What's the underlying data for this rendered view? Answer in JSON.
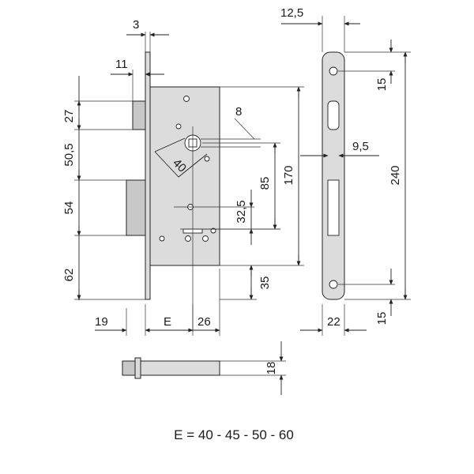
{
  "dimensions": {
    "front_thickness": "3",
    "latch_offset": "11",
    "top_gap": "27",
    "latch_height": "50,5",
    "bolt_height": "54",
    "bottom_gap": "62",
    "bolt_throw": "19",
    "backset": "E",
    "case_depth": "26",
    "spindle_square": "8",
    "spindle_angle": "40",
    "spindle_to_key": "85",
    "case_height": "170",
    "key_to_bolt": "32,5",
    "bottom_to_key": "35",
    "front_width": "12,5",
    "screw_top": "15",
    "front_total": "240",
    "bolt_slot": "9,5",
    "front_bottom": "22",
    "screw_bottom": "15",
    "latch_depth": "18"
  },
  "caption": "E = 40 - 45 - 50 - 60"
}
